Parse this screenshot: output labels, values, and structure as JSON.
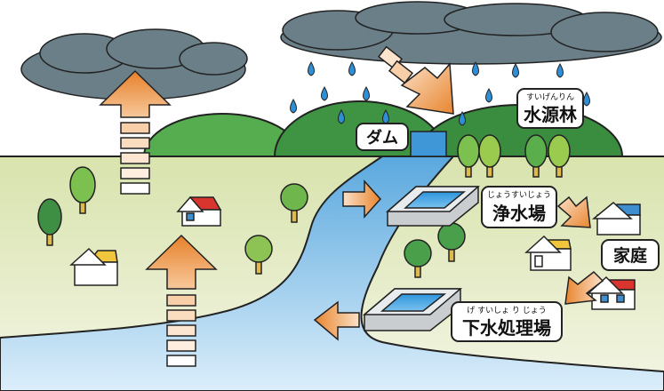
{
  "labels": {
    "dam": "ダム",
    "forest": "水源林",
    "forest_ruby": "すいげんりん",
    "purification": "浄水場",
    "purification_ruby": "じょうすいじょう",
    "household": "家庭",
    "sewage": "下水処理場",
    "sewage_ruby": "げ すいしょ り じょう"
  },
  "colors": {
    "cloud": "#6a7f88",
    "rain": "#2f8fd6",
    "arrow_orange": "#e8862e",
    "arrow_light": "#fce3cc",
    "hill_green": "#4fa84a",
    "hill_dark": "#3c8f3f",
    "ground": "#dfe8bf",
    "river": "#7fbde6",
    "roof_red": "#d8352f",
    "roof_blue": "#3f8ed0",
    "roof_yellow": "#f0c63c"
  }
}
